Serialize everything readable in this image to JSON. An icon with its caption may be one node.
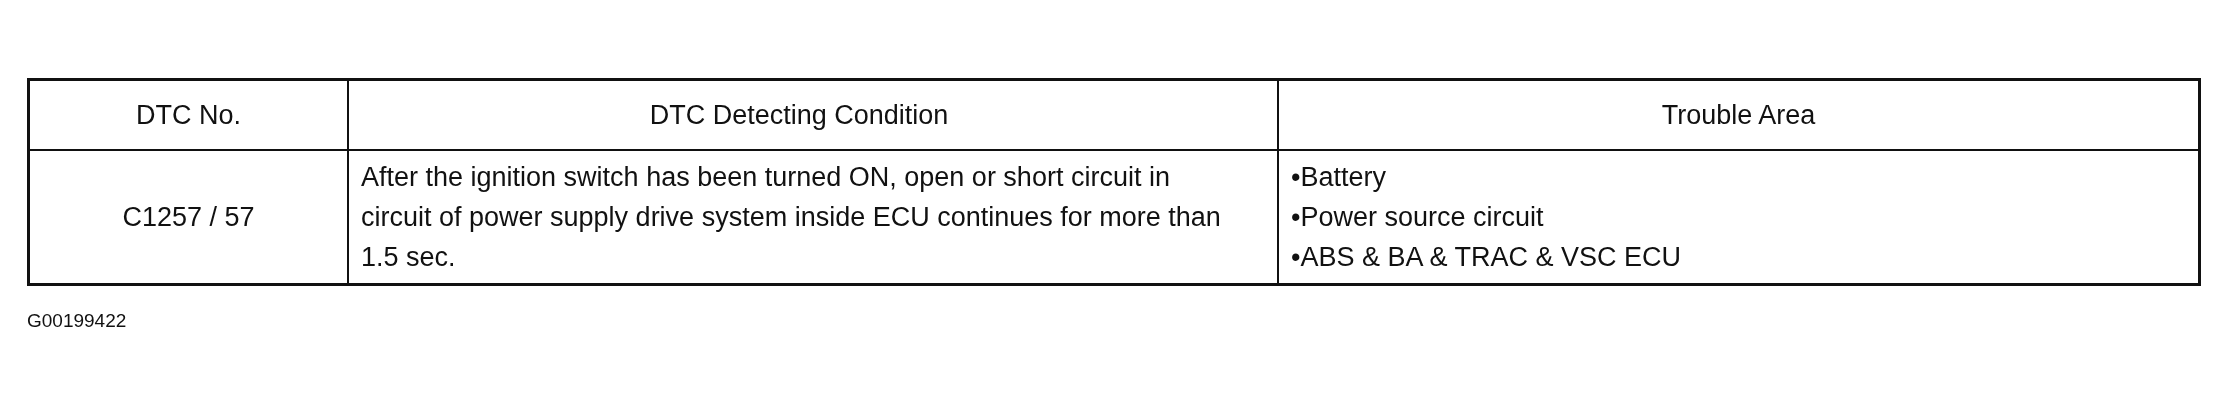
{
  "diagram": {
    "labels": [
      "DTC No.",
      "DTC Detecting Condition",
      "Trouble Area",
      "C1257 / 57",
      "After the ignition switch has been turned ON, open or short circuit in circuit of power supply drive system inside ECU continues for more than 1.5 sec.",
      "•Battery",
      "•Power source circuit",
      "•ABS & BA & TRAC & VSC ECU",
      "G00199422"
    ]
  }
}
